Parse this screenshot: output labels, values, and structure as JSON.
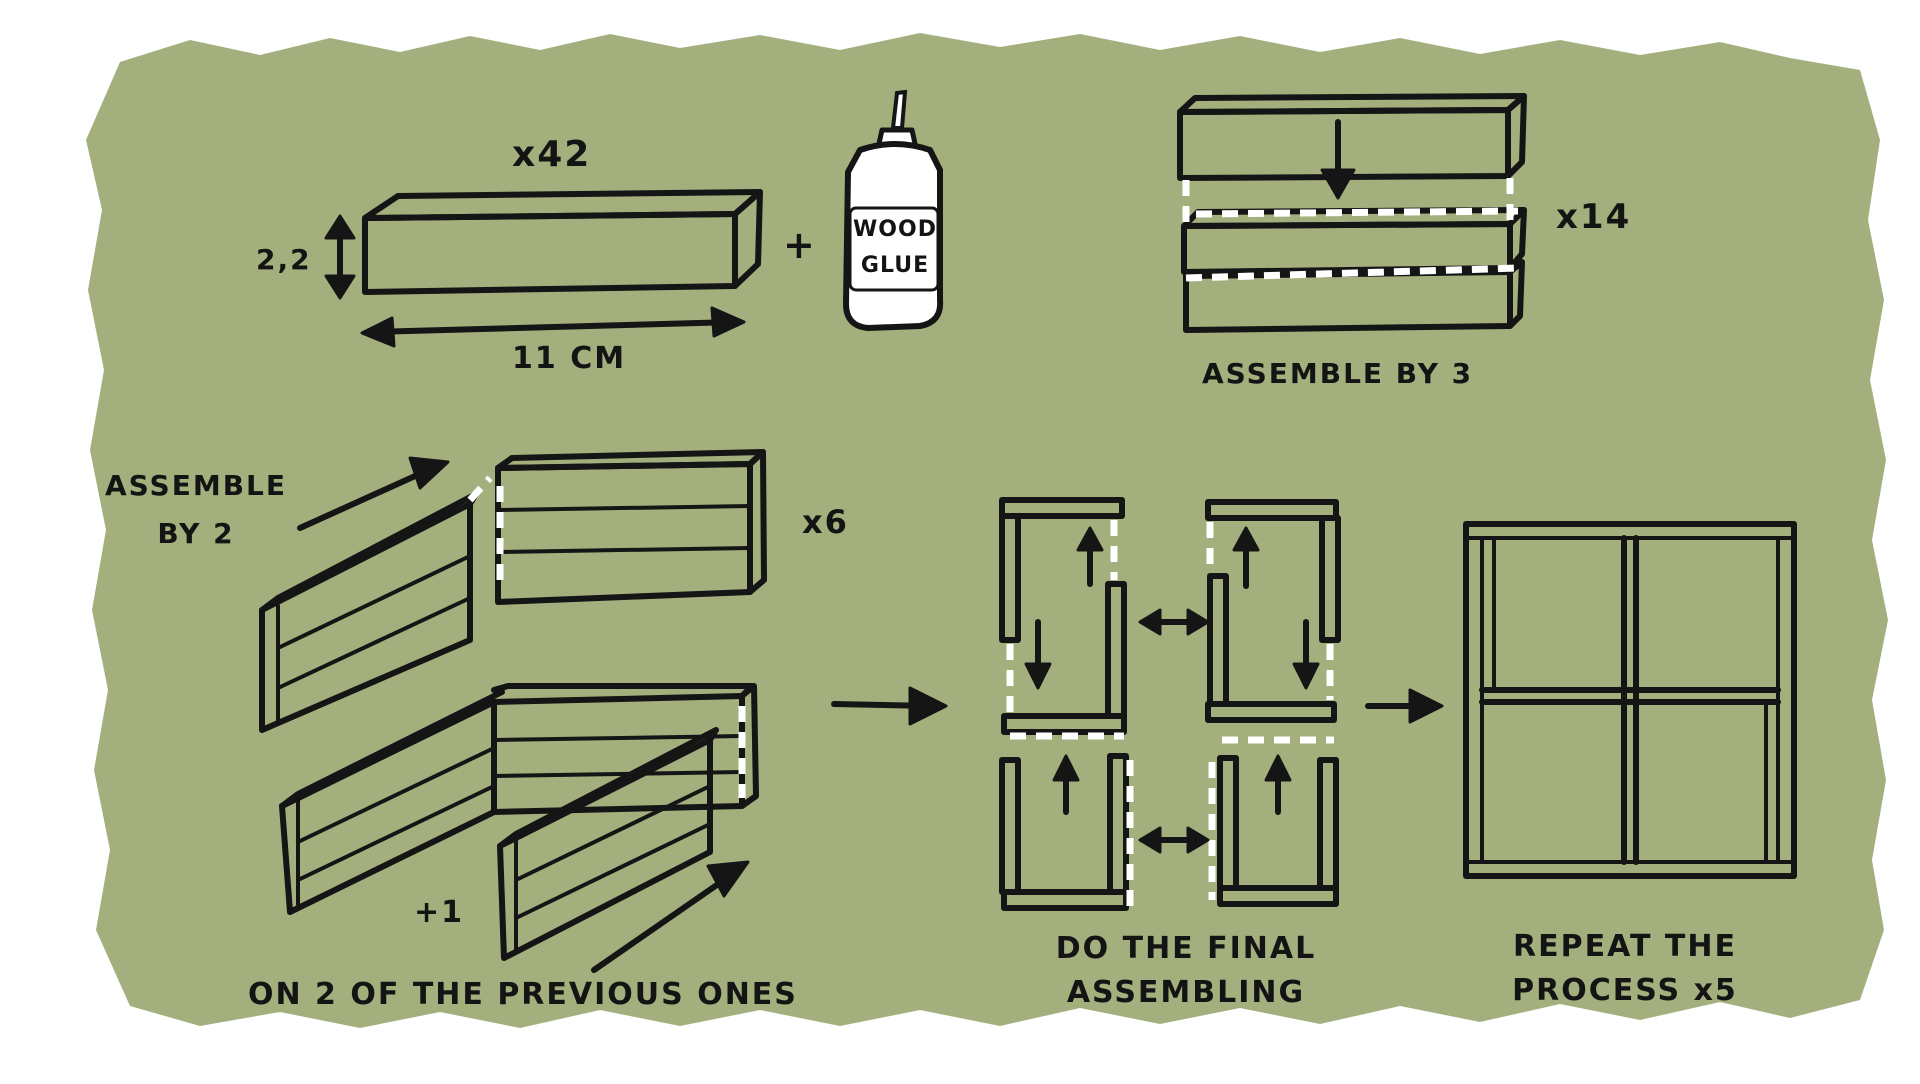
{
  "colors": {
    "paper": "#a3b07d",
    "paper_dark": "#97a56f",
    "ink": "#151515",
    "glue_white": "#ffffff"
  },
  "step1": {
    "count": "x42",
    "height": "2,2",
    "length": "11 CM",
    "plus": "+"
  },
  "glue_bottle": {
    "line1": "WOOD",
    "line2": "GLUE"
  },
  "step2": {
    "count": "x14",
    "caption": "ASSEMBLE BY 3"
  },
  "step3": {
    "caption_line1": "ASSEMBLE",
    "caption_line2": "BY 2",
    "count": "x6",
    "extra": "+1",
    "caption_bottom": "ON 2 OF THE PREVIOUS ONES"
  },
  "step4": {
    "caption_line1": "DO THE FINAL",
    "caption_line2": "ASSEMBLING"
  },
  "step5": {
    "caption_line1": "REPEAT THE",
    "caption_line2": "PROCESS x5"
  }
}
